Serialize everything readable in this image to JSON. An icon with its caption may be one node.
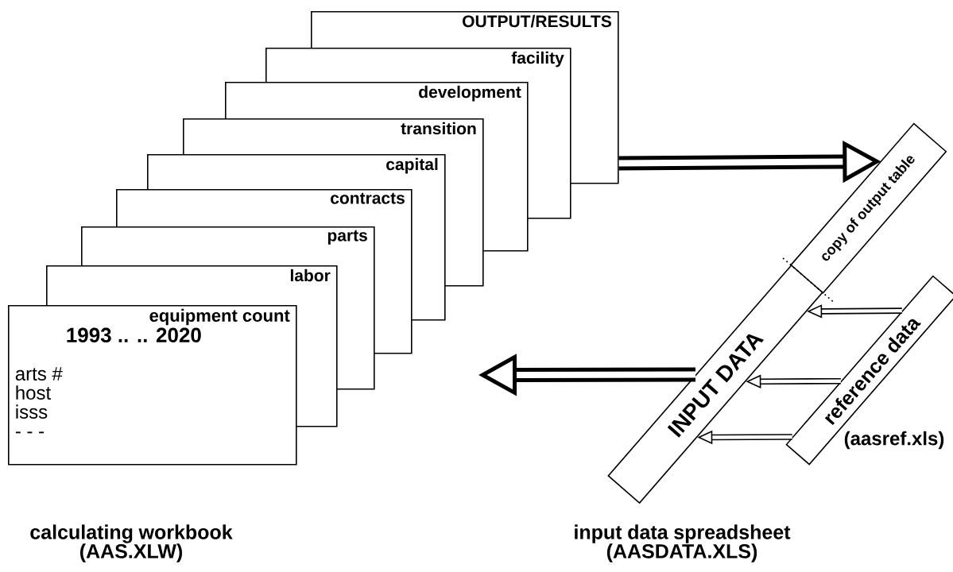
{
  "diagram": {
    "nodes": [
      {
        "text": [
          "OUTPUT/RESULTS"
        ]
      },
      {
        "text": [
          "facility"
        ]
      },
      {
        "text": [
          "development"
        ]
      },
      {
        "text": [
          "transition"
        ]
      },
      {
        "text": [
          "capital"
        ]
      },
      {
        "text": [
          "contracts"
        ]
      },
      {
        "text": [
          "parts"
        ]
      },
      {
        "text": [
          "labor"
        ]
      },
      {
        "text": [
          "equipment count",
          "1993 .. .. 2020",
          "arts #",
          "host",
          "isss",
          "- - -"
        ]
      },
      {
        "text": [
          "copy of output table"
        ]
      },
      {
        "text": [
          "INPUT DATA"
        ]
      },
      {
        "text": [
          "reference data"
        ],
        "beside": [
          "(aasref.xls)"
        ]
      }
    ],
    "edges": [
      {
        "from": 0,
        "to": 9,
        "arrow": "to",
        "style": "thick"
      },
      {
        "from": 10,
        "to": null,
        "arrow": "to",
        "style": "thick"
      },
      {
        "from": 11,
        "to": 10,
        "arrow": "to"
      },
      {
        "from": 11,
        "to": 10,
        "arrow": "to"
      },
      {
        "from": 11,
        "to": 10,
        "arrow": "to"
      }
    ],
    "labels": [
      "calculating workbook (AAS.XLW)",
      "input data spreadsheet (AASDATA.XLS)"
    ]
  }
}
